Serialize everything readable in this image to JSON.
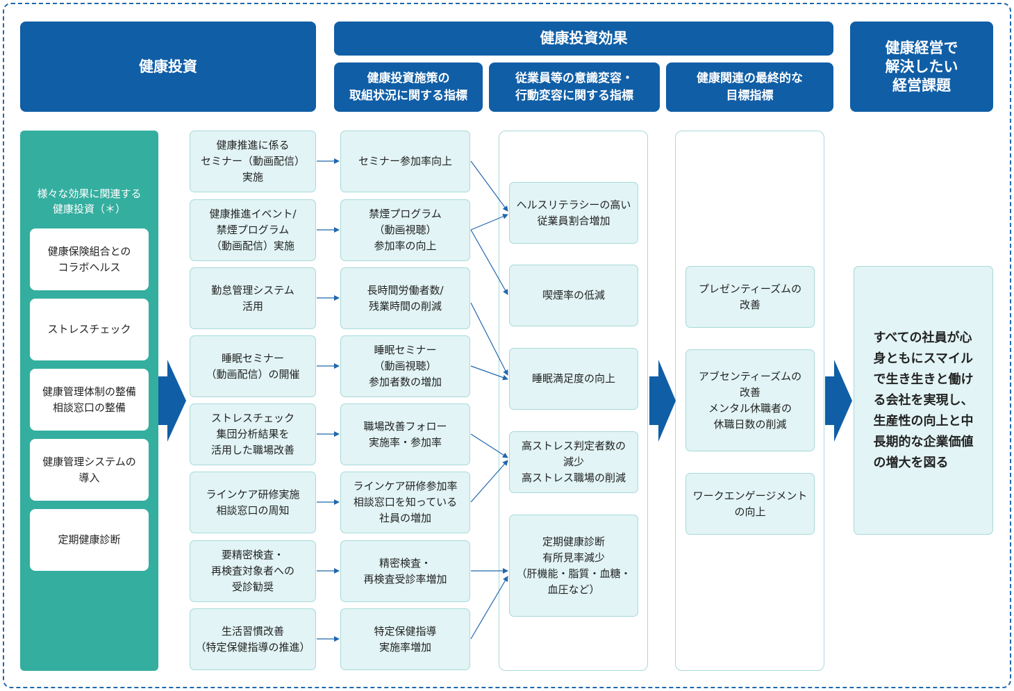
{
  "headers": {
    "investment": "健康投資",
    "effect": "健康投資効果",
    "effect_sub": [
      "健康投資施策の\n取組状況に関する指標",
      "従業員等の意識変容・\n行動変容に関する指標",
      "健康関連の最終的な\n目標指標"
    ],
    "issue": "健康経営で\n解決したい\n経営課題"
  },
  "left_panel": {
    "label": "様々な効果に関連する\n健康投資（＊）",
    "items": [
      "健康保険組合との\nコラボヘルス",
      "ストレスチェック",
      "健康管理体制の整備\n相談窓口の整備",
      "健康管理システムの\n導入",
      "定期健康診断"
    ]
  },
  "measures": [
    "健康推進に係る\nセミナー（動画配信）\n実施",
    "健康推進イベント/\n禁煙プログラム\n（動画配信）実施",
    "勤怠管理システム\n活用",
    "睡眠セミナー\n（動画配信）の開催",
    "ストレスチェック\n集団分析結果を\n活用した職場改善",
    "ラインケア研修実施\n相談窓口の周知",
    "要精密検査・\n再検査対象者への\n受診勧奨",
    "生活習慣改善\n（特定保健指導の推進）"
  ],
  "indicators": [
    "セミナー参加率向上",
    "禁煙プログラム\n（動画視聴）\n参加率の向上",
    "長時間労働者数/\n残業時間の削減",
    "睡眠セミナー\n（動画視聴）\n参加者数の増加",
    "職場改善フォロー\n実施率・参加率",
    "ラインケア研修参加率\n相談窓口を知っている\n社員の増加",
    "精密検査・\n再検査受診率増加",
    "特定保健指導\n実施率増加"
  ],
  "behavior": [
    "ヘルスリテラシーの高い\n従業員割合増加",
    "喫煙率の低減",
    "睡眠満足度の向上",
    "高ストレス判定者数の\n減少\n高ストレス職場の削減",
    "定期健康診断\n有所見率減少\n（肝機能・脂質・血糖・\n血圧など）"
  ],
  "final_targets": [
    "プレゼンティーズムの\n改善",
    "アブセンティーズムの\n改善\nメンタル休職者の\n休職日数の削減",
    "ワークエンゲージメント\nの向上"
  ],
  "management_issue": "すべての社員が心\n身ともにスマイル\nで生き生きと働け\nる会社を実現し、\n生産性の向上と中\n長期的な企業価値\nの増大を図る",
  "colors": {
    "header_blue": "#105ea6",
    "teal_panel": "#34ae9f",
    "light_box": "#e2f4f5",
    "box_border": "#a8d9d9"
  }
}
